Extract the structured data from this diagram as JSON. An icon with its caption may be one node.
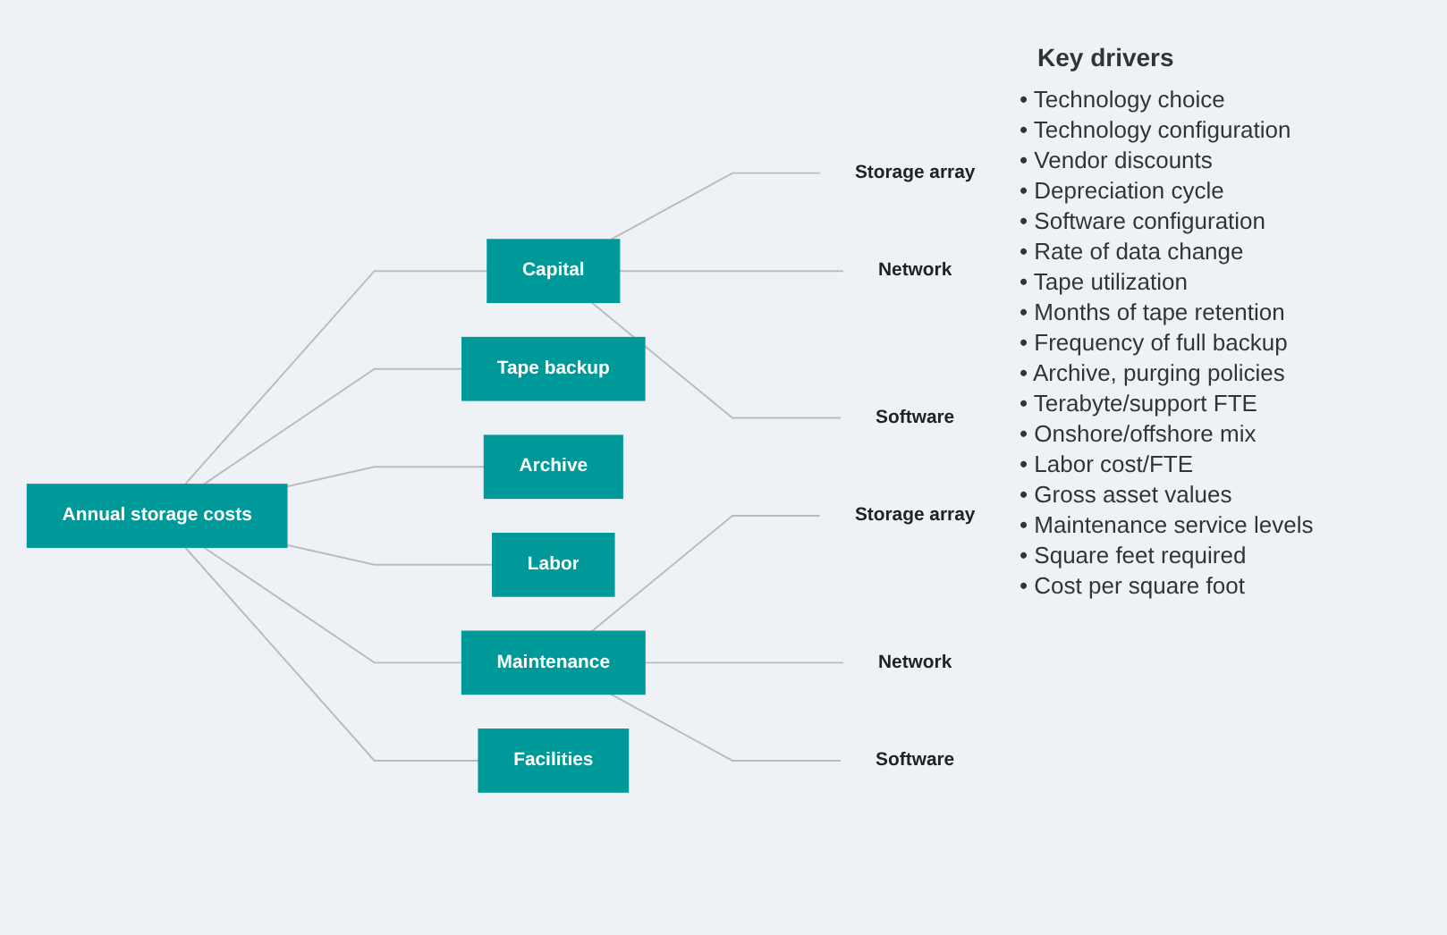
{
  "diagram": {
    "nodes": [
      {
        "text": [
          "Annual storage costs"
        ]
      },
      {
        "text": [
          "Capital"
        ]
      },
      {
        "text": [
          "Tape backup"
        ]
      },
      {
        "text": [
          "Archive"
        ]
      },
      {
        "text": [
          "Labor"
        ]
      },
      {
        "text": [
          "Maintenance"
        ]
      },
      {
        "text": [
          "Facilities"
        ]
      },
      {
        "text": [
          "Storage array"
        ]
      },
      {
        "text": [
          "Network"
        ]
      },
      {
        "text": [
          "Software"
        ]
      },
      {
        "text": [
          "Storage array"
        ]
      },
      {
        "text": [
          "Network"
        ]
      },
      {
        "text": [
          "Software"
        ]
      }
    ],
    "edges": [
      {
        "from": 0,
        "to": 1,
        "arrow": "none"
      },
      {
        "from": 0,
        "to": 2,
        "arrow": "none"
      },
      {
        "from": 0,
        "to": 3,
        "arrow": "none"
      },
      {
        "from": 0,
        "to": 4,
        "arrow": "none"
      },
      {
        "from": 0,
        "to": 5,
        "arrow": "none"
      },
      {
        "from": 0,
        "to": 6,
        "arrow": "none"
      },
      {
        "from": 1,
        "to": 7,
        "arrow": "none"
      },
      {
        "from": 1,
        "to": 8,
        "arrow": "none"
      },
      {
        "from": 1,
        "to": 9,
        "arrow": "none"
      },
      {
        "from": 5,
        "to": 10,
        "arrow": "none"
      },
      {
        "from": 5,
        "to": 11,
        "arrow": "none"
      },
      {
        "from": 5,
        "to": 12,
        "arrow": "none"
      }
    ],
    "labels": [
      "Key drivers",
      "• Technology choice",
      "• Technology configuration",
      "• Vendor discounts",
      "• Depreciation cycle",
      "• Software configuration",
      "• Rate of data change",
      "• Tape utilization",
      "• Months of tape retention",
      "• Frequency of full backup",
      "• Archive, purging policies",
      "• Terabyte/support FTE",
      "• Onshore/offshore mix",
      "• Labor cost/FTE",
      "• Gross asset values",
      "• Maintenance service levels",
      "• Square feet required",
      "• Cost per square foot"
    ]
  }
}
